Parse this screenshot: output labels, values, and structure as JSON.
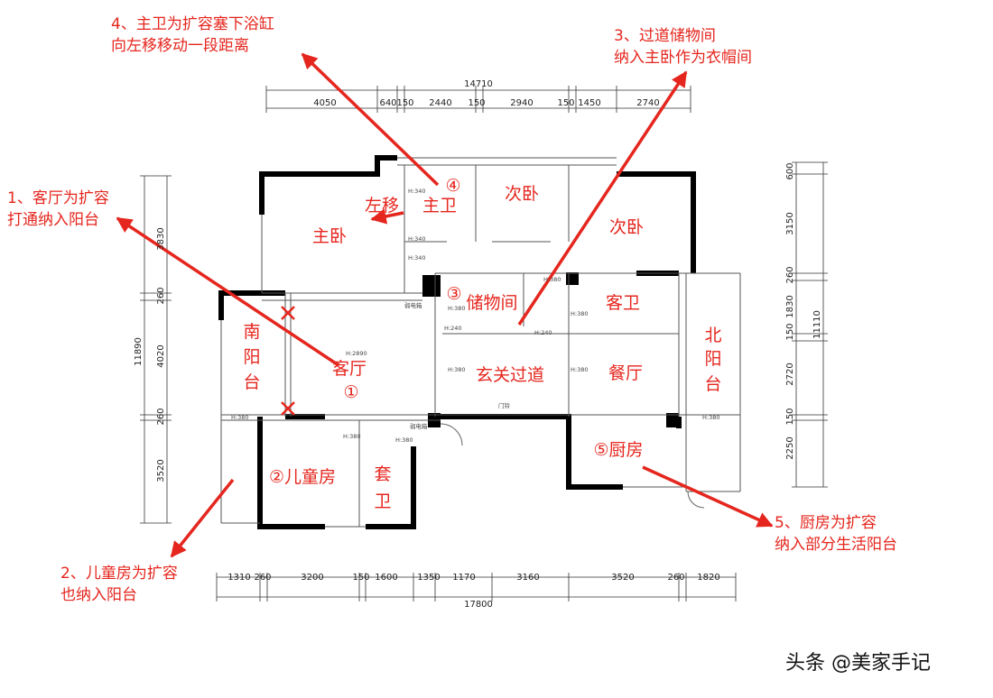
{
  "annotations": [
    {
      "lines": [
        "4、主卫为扩容塞下浴缸",
        "向左移移动一段距离"
      ]
    },
    {
      "lines": [
        "3、过道储物间",
        "纳入主卧作为衣帽间"
      ]
    },
    {
      "lines": [
        "1、客厅为扩容",
        "打通纳入阳台"
      ]
    },
    {
      "lines": [
        "2、儿童房为扩容",
        "也纳入阳台"
      ]
    },
    {
      "lines": [
        "5、厨房为扩容",
        "纳入部分生活阳台"
      ]
    }
  ],
  "rooms": [
    {
      "label": "主卧"
    },
    {
      "label": "主卫"
    },
    {
      "label": "④"
    },
    {
      "label": "左移"
    },
    {
      "label": "次卧"
    },
    {
      "label": "次卧"
    },
    {
      "label": "③"
    },
    {
      "label": "储物间"
    },
    {
      "label": "客卫"
    },
    {
      "label": "南"
    },
    {
      "label": "阳"
    },
    {
      "label": "台"
    },
    {
      "label": "客厅"
    },
    {
      "label": "①"
    },
    {
      "label": "玄关过道"
    },
    {
      "label": "餐厅"
    },
    {
      "label": "北"
    },
    {
      "label": "阳"
    },
    {
      "label": "台"
    },
    {
      "label": "②儿童房"
    },
    {
      "label": "套"
    },
    {
      "label": "卫"
    },
    {
      "label": "⑤厨房"
    }
  ],
  "dimensions": {
    "top_total": "14710",
    "top_segments": [
      "4050",
      "640",
      "150",
      "2440",
      "150",
      "2940",
      "150",
      "1450",
      "2740"
    ],
    "bottom_total": "17800",
    "bottom_segments": [
      "1310",
      "260",
      "3200",
      "150",
      "1600",
      "1350",
      "1170",
      "3160",
      "3520",
      "260",
      "1820"
    ],
    "left_total": "11890",
    "left_segments": [
      "3830",
      "260",
      "4020",
      "260",
      "3520"
    ],
    "right_total": "11110",
    "right_segments": [
      "600",
      "3150",
      "260",
      "1830",
      "150",
      "2720",
      "150",
      "2250"
    ]
  },
  "plan_tags": [
    "H:340",
    "H:340",
    "H:340",
    "H:380",
    "H:240",
    "H:240",
    "H:380",
    "H:380",
    "H:2890",
    "H:380",
    "H:380",
    "H:380",
    "H:380",
    "H:380",
    "H:380",
    "弱电箱",
    "弱电箱",
    "门铃"
  ],
  "watermark": "头条 @美家手记",
  "colors": {
    "annotation": "#e5261e",
    "wall": "#000000",
    "line": "#555555"
  }
}
